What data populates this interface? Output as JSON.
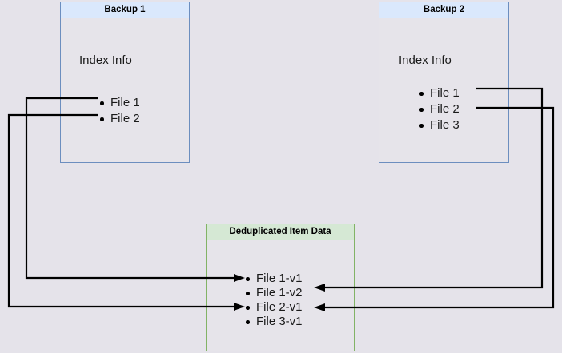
{
  "diagram": {
    "title_semantic": "backup-deduplication-flow",
    "background_color": "#e5e3ea",
    "boxes": [
      {
        "id": "backup1",
        "header": "Backup 1",
        "body_label": "Index Info",
        "border_color": "#6c8ebf",
        "header_fill": "#dae8fc",
        "items": [
          "File 1",
          "File 2"
        ]
      },
      {
        "id": "backup2",
        "header": "Backup 2",
        "body_label": "Index Info",
        "border_color": "#6c8ebf",
        "header_fill": "#dae8fc",
        "items": [
          "File 1",
          "File 2",
          "File 3"
        ]
      },
      {
        "id": "dedup",
        "header": "Deduplicated Item Data",
        "body_label": "",
        "border_color": "#82b366",
        "header_fill": "#d5e8d4",
        "items": [
          "File 1-v1",
          "File 1-v2",
          "File 2-v1",
          "File 3-v1"
        ]
      }
    ],
    "connectors": [
      {
        "from": "backup1.File 1",
        "to": "dedup.File 1-v1",
        "route": "left"
      },
      {
        "from": "backup1.File 2",
        "to": "dedup.File 2-v1",
        "route": "left"
      },
      {
        "from": "backup2.File 1",
        "to": "dedup.File 1-v2",
        "route": "right"
      },
      {
        "from": "backup2.File 2",
        "to": "dedup.File 2-v1",
        "route": "right"
      }
    ],
    "connector_color": "#000000"
  }
}
